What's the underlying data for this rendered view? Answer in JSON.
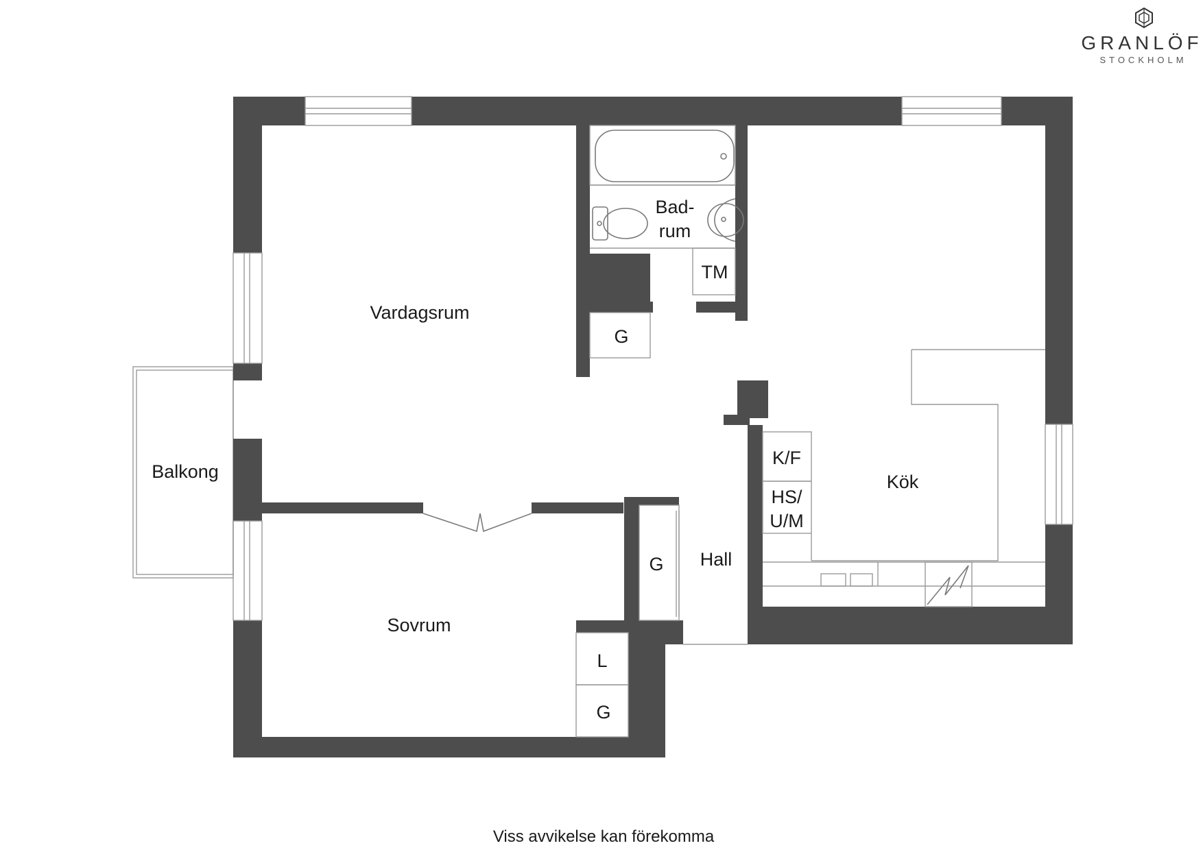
{
  "brand": {
    "name": "GRANLÖF",
    "city": "STOCKHOLM"
  },
  "rooms": {
    "vardagsrum": "Vardagsrum",
    "badrum_line1": "Bad-",
    "badrum_line2": "rum",
    "kok": "Kök",
    "sovrum": "Sovrum",
    "hall": "Hall",
    "balkong": "Balkong"
  },
  "fixtures": {
    "tm": "TM",
    "g_bath": "G",
    "g_hall": "G",
    "kf": "K/F",
    "hs_line1": "HS/",
    "hs_line2": "U/M",
    "l": "L",
    "g_bed": "G"
  },
  "footer": {
    "disclaimer": "Viss avvikelse kan förekomma"
  },
  "colors": {
    "wall": "#4d4d4d",
    "line": "#9a9a9a",
    "background": "#ffffff"
  }
}
